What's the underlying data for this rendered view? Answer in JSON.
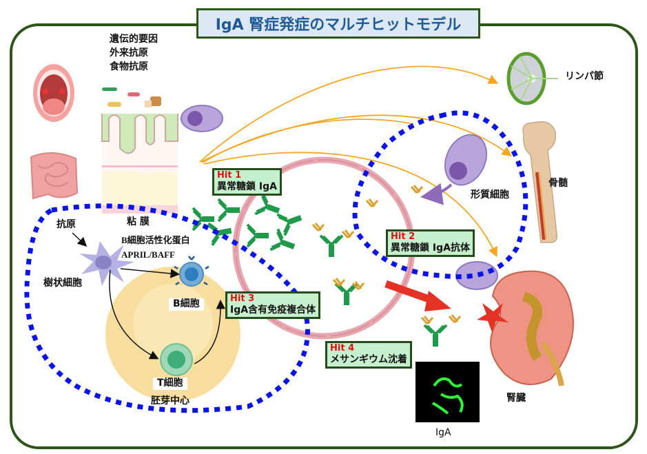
{
  "title": "IgA 腎症発症のマルチヒットモデル",
  "colors": {
    "frame": "#2d5419",
    "title_bg": "#dce9f5",
    "title_text": "#1f5a96",
    "hit_bg": "#c6efce",
    "hit_border": "#244c1b",
    "hit_number": "#e01010",
    "dotted_boundary": "#0a14e6",
    "migration_arrow": "#f5a623",
    "injury_arrow": "#e53226",
    "iga_green": "#1f9a4a",
    "antibody_gold": "#d9a030"
  },
  "factors": [
    "遺伝的要因",
    "外来抗原",
    "食物抗原"
  ],
  "organs": {
    "mucosa": "粘 膜",
    "lymph_node": "リンパ節",
    "bone_marrow": "骨髄",
    "plasma_cell": "形質細胞",
    "kidney": "腎臓"
  },
  "immune": {
    "antigen": "抗原",
    "dendritic_cell": "樹状細胞",
    "b_cell_activator": "B細胞活性化蛋白",
    "april_baff": "APRIL/BAFF",
    "b_cell": "B細胞",
    "t_cell": "T細胞",
    "germinal_center": "胚芽中心"
  },
  "hits": [
    {
      "number": "Hit 1",
      "text": "異常糖鎖 IgA"
    },
    {
      "number": "Hit 2",
      "text": "異常糖鎖 IgA抗体"
    },
    {
      "number": "Hit 3",
      "text": "IgA含有免疫複合体"
    },
    {
      "number": "Hit 4",
      "text": "メサンギウム沈着"
    }
  ],
  "micrograph_caption": "IgA"
}
